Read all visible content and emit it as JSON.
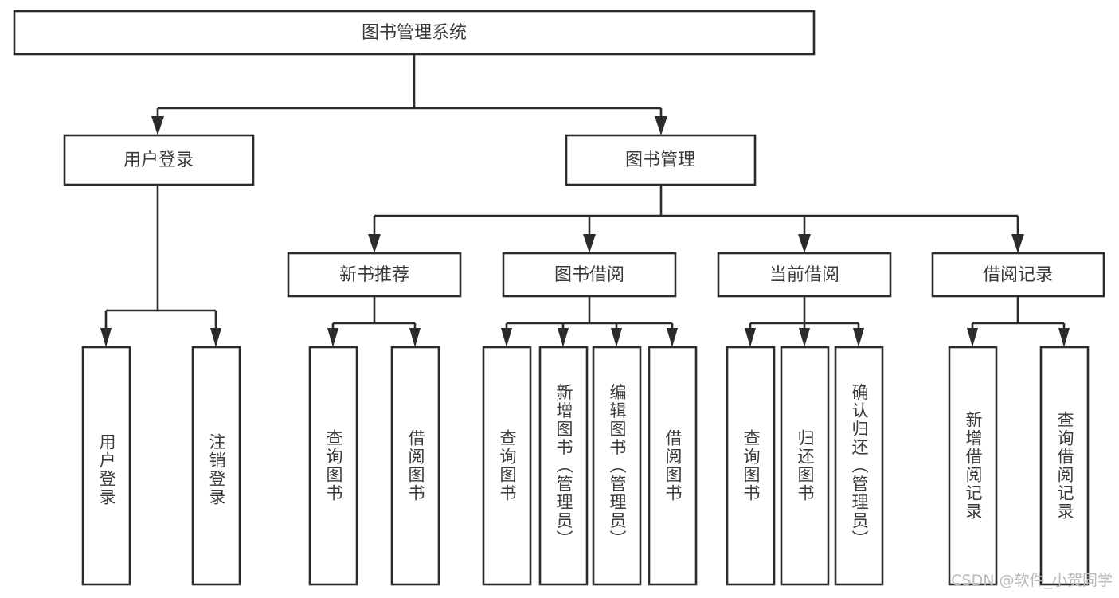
{
  "diagram": {
    "type": "tree-hierarchy",
    "title": "图书管理系统",
    "root": {
      "id": "root",
      "label": "图书管理系统"
    },
    "level2": [
      {
        "id": "user-login",
        "label": "用户登录"
      },
      {
        "id": "book-manage",
        "label": "图书管理"
      }
    ],
    "level3": [
      {
        "id": "new-book-recommend",
        "label": "新书推荐",
        "parent": "book-manage"
      },
      {
        "id": "book-borrow",
        "label": "图书借阅",
        "parent": "book-manage"
      },
      {
        "id": "current-borrow",
        "label": "当前借阅",
        "parent": "book-manage"
      },
      {
        "id": "borrow-record",
        "label": "借阅记录",
        "parent": "book-manage"
      }
    ],
    "leaves": {
      "user-login": [
        {
          "id": "leaf-user-login",
          "label": "用户登录"
        },
        {
          "id": "leaf-logout",
          "label": "注销登录"
        }
      ],
      "new-book-recommend": [
        {
          "id": "leaf-query-book-1",
          "label": "查询图书"
        },
        {
          "id": "leaf-borrow-book-1",
          "label": "借阅图书"
        }
      ],
      "book-borrow": [
        {
          "id": "leaf-query-book-2",
          "label": "查询图书"
        },
        {
          "id": "leaf-add-book",
          "label": "新增图书（管理员）"
        },
        {
          "id": "leaf-edit-book",
          "label": "编辑图书（管理员）"
        },
        {
          "id": "leaf-borrow-book-2",
          "label": "借阅图书"
        }
      ],
      "current-borrow": [
        {
          "id": "leaf-query-book-3",
          "label": "查询图书"
        },
        {
          "id": "leaf-return-book",
          "label": "归还图书"
        },
        {
          "id": "leaf-confirm-return",
          "label": "确认归还（管理员）"
        }
      ],
      "borrow-record": [
        {
          "id": "leaf-add-record",
          "label": "新增借阅记录"
        },
        {
          "id": "leaf-query-record",
          "label": "查询借阅记录"
        }
      ]
    },
    "colors": {
      "stroke": "#2b2b2b",
      "fill": "#ffffff",
      "text": "#3a3a3a",
      "watermark": "#b9b9b9"
    }
  },
  "watermark": {
    "text": "CSDN @软件_小贺同学"
  }
}
